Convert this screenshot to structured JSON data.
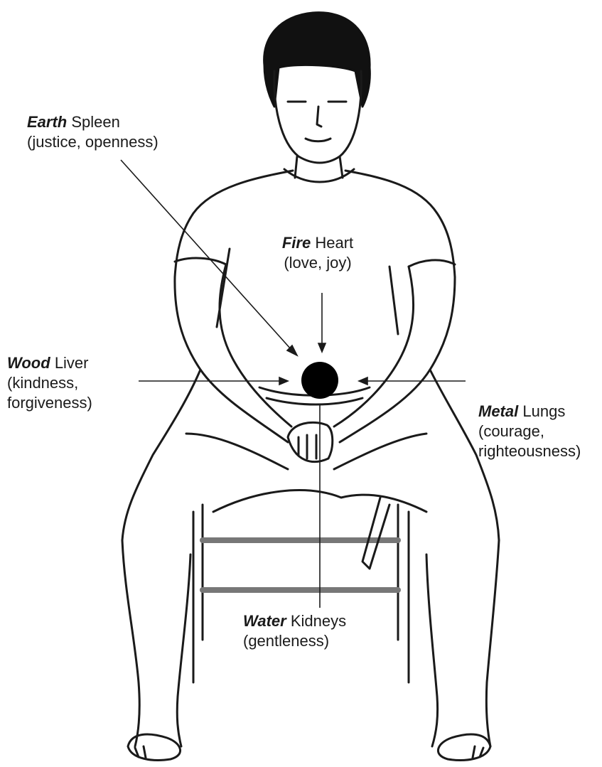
{
  "colors": {
    "ink": "#1a1a1a",
    "background": "#ffffff",
    "dantian_dot": "#000000"
  },
  "labels": {
    "earth": {
      "element": "Earth",
      "organ": "Spleen",
      "virtues": "(justice, openness)"
    },
    "fire": {
      "element": "Fire",
      "organ": "Heart",
      "virtues": "(love, joy)"
    },
    "wood": {
      "element": "Wood",
      "organ": "Liver",
      "virtues_line1": "(kindness,",
      "virtues_line2": "forgiveness)"
    },
    "metal": {
      "element": "Metal",
      "organ": "Lungs",
      "virtues_line1": "(courage,",
      "virtues_line2": "righteousness)"
    },
    "water": {
      "element": "Water",
      "organ": "Kidneys",
      "virtues": "(gentleness)"
    }
  }
}
